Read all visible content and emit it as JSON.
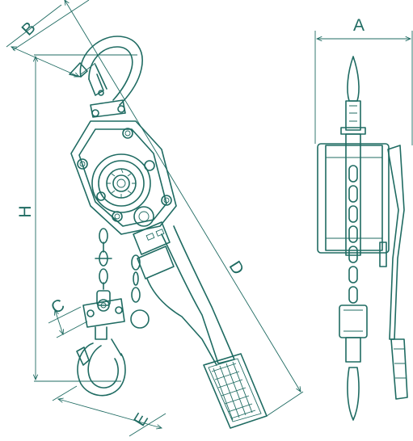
{
  "colors": {
    "ink": "#1f6b62",
    "background": "#ffffff"
  },
  "dimension_labels": {
    "a": "A",
    "b": "B",
    "c": "C",
    "d": "D",
    "e": "E",
    "h": "H"
  }
}
